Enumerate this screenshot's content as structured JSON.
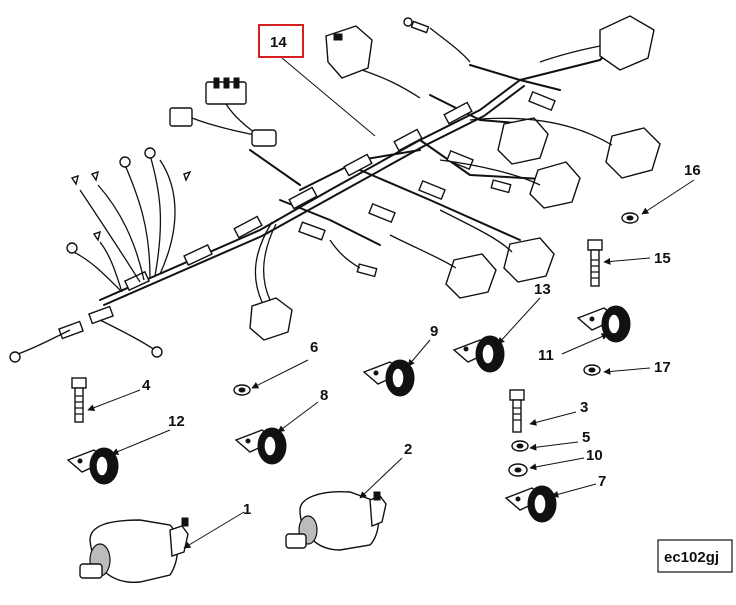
{
  "figure": {
    "code": "ec102gj",
    "highlighted_callout": "14",
    "callouts": {
      "c1": "1",
      "c2": "2",
      "c3": "3",
      "c4": "4",
      "c5": "5",
      "c6": "6",
      "c7": "7",
      "c8": "8",
      "c9": "9",
      "c10": "10",
      "c11": "11",
      "c12": "12",
      "c13": "13",
      "c15": "15",
      "c16": "16",
      "c17": "17"
    }
  }
}
